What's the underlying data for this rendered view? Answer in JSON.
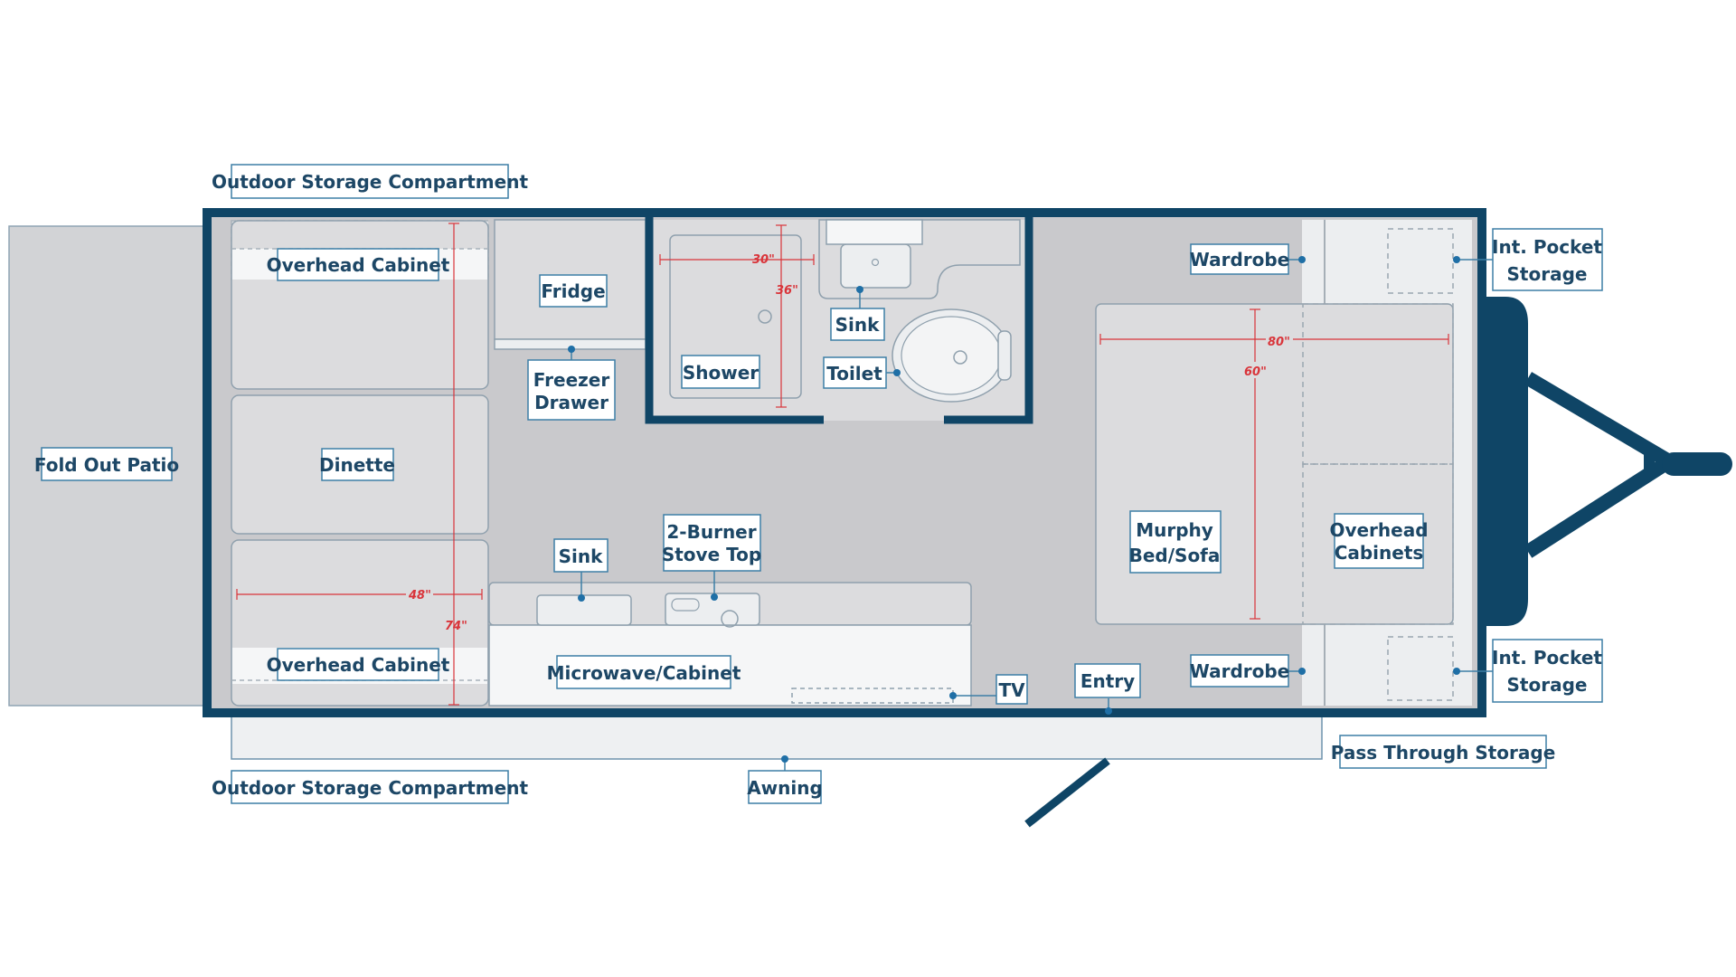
{
  "colors": {
    "wall": "#0f4566",
    "floor": "#c9c9cc",
    "panel": "#dcdcde",
    "patio": "#d2d3d6",
    "label_border": "#3d7fa6",
    "label_text": "#1d4766",
    "dimension": "#d9343a",
    "pointer_dot": "#1f6fa6"
  },
  "labels": {
    "outdoor_storage_top": "Outdoor Storage Compartment",
    "overhead_cabinet_top": "Overhead Cabinet",
    "fridge": "Fridge",
    "freezer_drawer": [
      "Freezer",
      "Drawer"
    ],
    "shower": "Shower",
    "bath_sink": "Sink",
    "toilet": "Toilet",
    "wardrobe_top": "Wardrobe",
    "int_pocket_storage_top": [
      "Int. Pocket",
      "Storage"
    ],
    "fold_out_patio": "Fold Out Patio",
    "dinette": "Dinette",
    "kitchen_sink": "Sink",
    "stove_top": [
      "2-Burner",
      "Stove Top"
    ],
    "murphy_bed": [
      "Murphy",
      "Bed/Sofa"
    ],
    "overhead_cabinets": [
      "Overhead",
      "Cabinets"
    ],
    "overhead_cabinet_bottom": "Overhead Cabinet",
    "microwave_cabinet": "Microwave/Cabinet",
    "tv": "TV",
    "entry": "Entry",
    "wardrobe_bottom": "Wardrobe",
    "int_pocket_storage_bottom": [
      "Int. Pocket",
      "Storage"
    ],
    "outdoor_storage_bottom": "Outdoor Storage Compartment",
    "awning": "Awning",
    "pass_through_storage": "Pass Through Storage"
  },
  "dimensions": {
    "shower_width": "30\"",
    "shower_depth": "36\"",
    "dinette_width": "48\"",
    "dinette_length": "74\"",
    "bed_length": "80\"",
    "bed_width": "60\""
  }
}
